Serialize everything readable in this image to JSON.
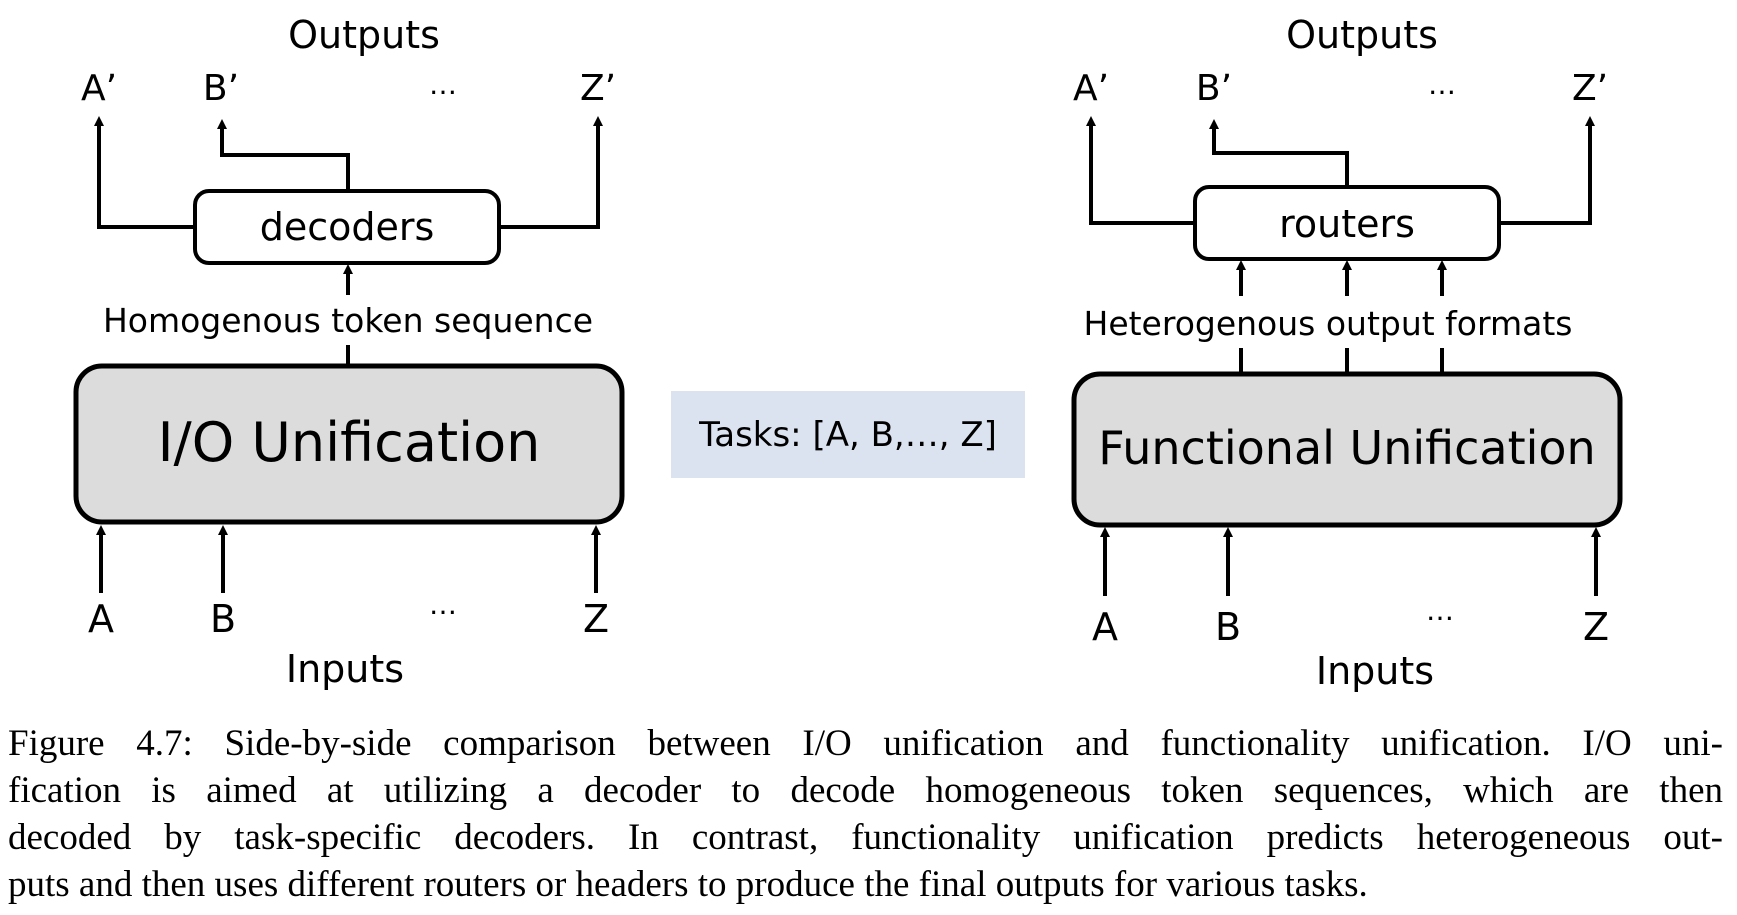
{
  "left_panel": {
    "outputs_title": "Outputs",
    "outputs": [
      "A’",
      "B’",
      "…",
      "Z’"
    ],
    "module_label": "decoders",
    "stream_label": "Homogenous token sequence",
    "unit_label": "I/O Unification",
    "inputs": [
      "A",
      "B",
      "…",
      "Z"
    ],
    "inputs_title": "Inputs"
  },
  "center": {
    "tasks_label": "Tasks: [A, B,…, Z]",
    "tasks_bg": "#dbe2f0"
  },
  "right_panel": {
    "outputs_title": "Outputs",
    "outputs": [
      "A’",
      "B’",
      "…",
      "Z’"
    ],
    "module_label": "routers",
    "stream_label": "Heterogenous output formats",
    "unit_label": "Functional Unification",
    "inputs": [
      "A",
      "B",
      "…",
      "Z"
    ],
    "inputs_title": "Inputs"
  },
  "colors": {
    "unit_fill": "#dcdcdc",
    "stroke": "#000000"
  },
  "caption": {
    "lines": [
      "Figure 4.7: Side-by-side comparison between I/O unification and functionality unification. I/O uni-",
      "fication is aimed at utilizing a decoder to decode homogeneous token sequences, which are then",
      "decoded by task-specific decoders. In contrast, functionality unification predicts heterogeneous out-",
      "puts and then uses different routers or headers to produce the final outputs for various tasks."
    ]
  }
}
